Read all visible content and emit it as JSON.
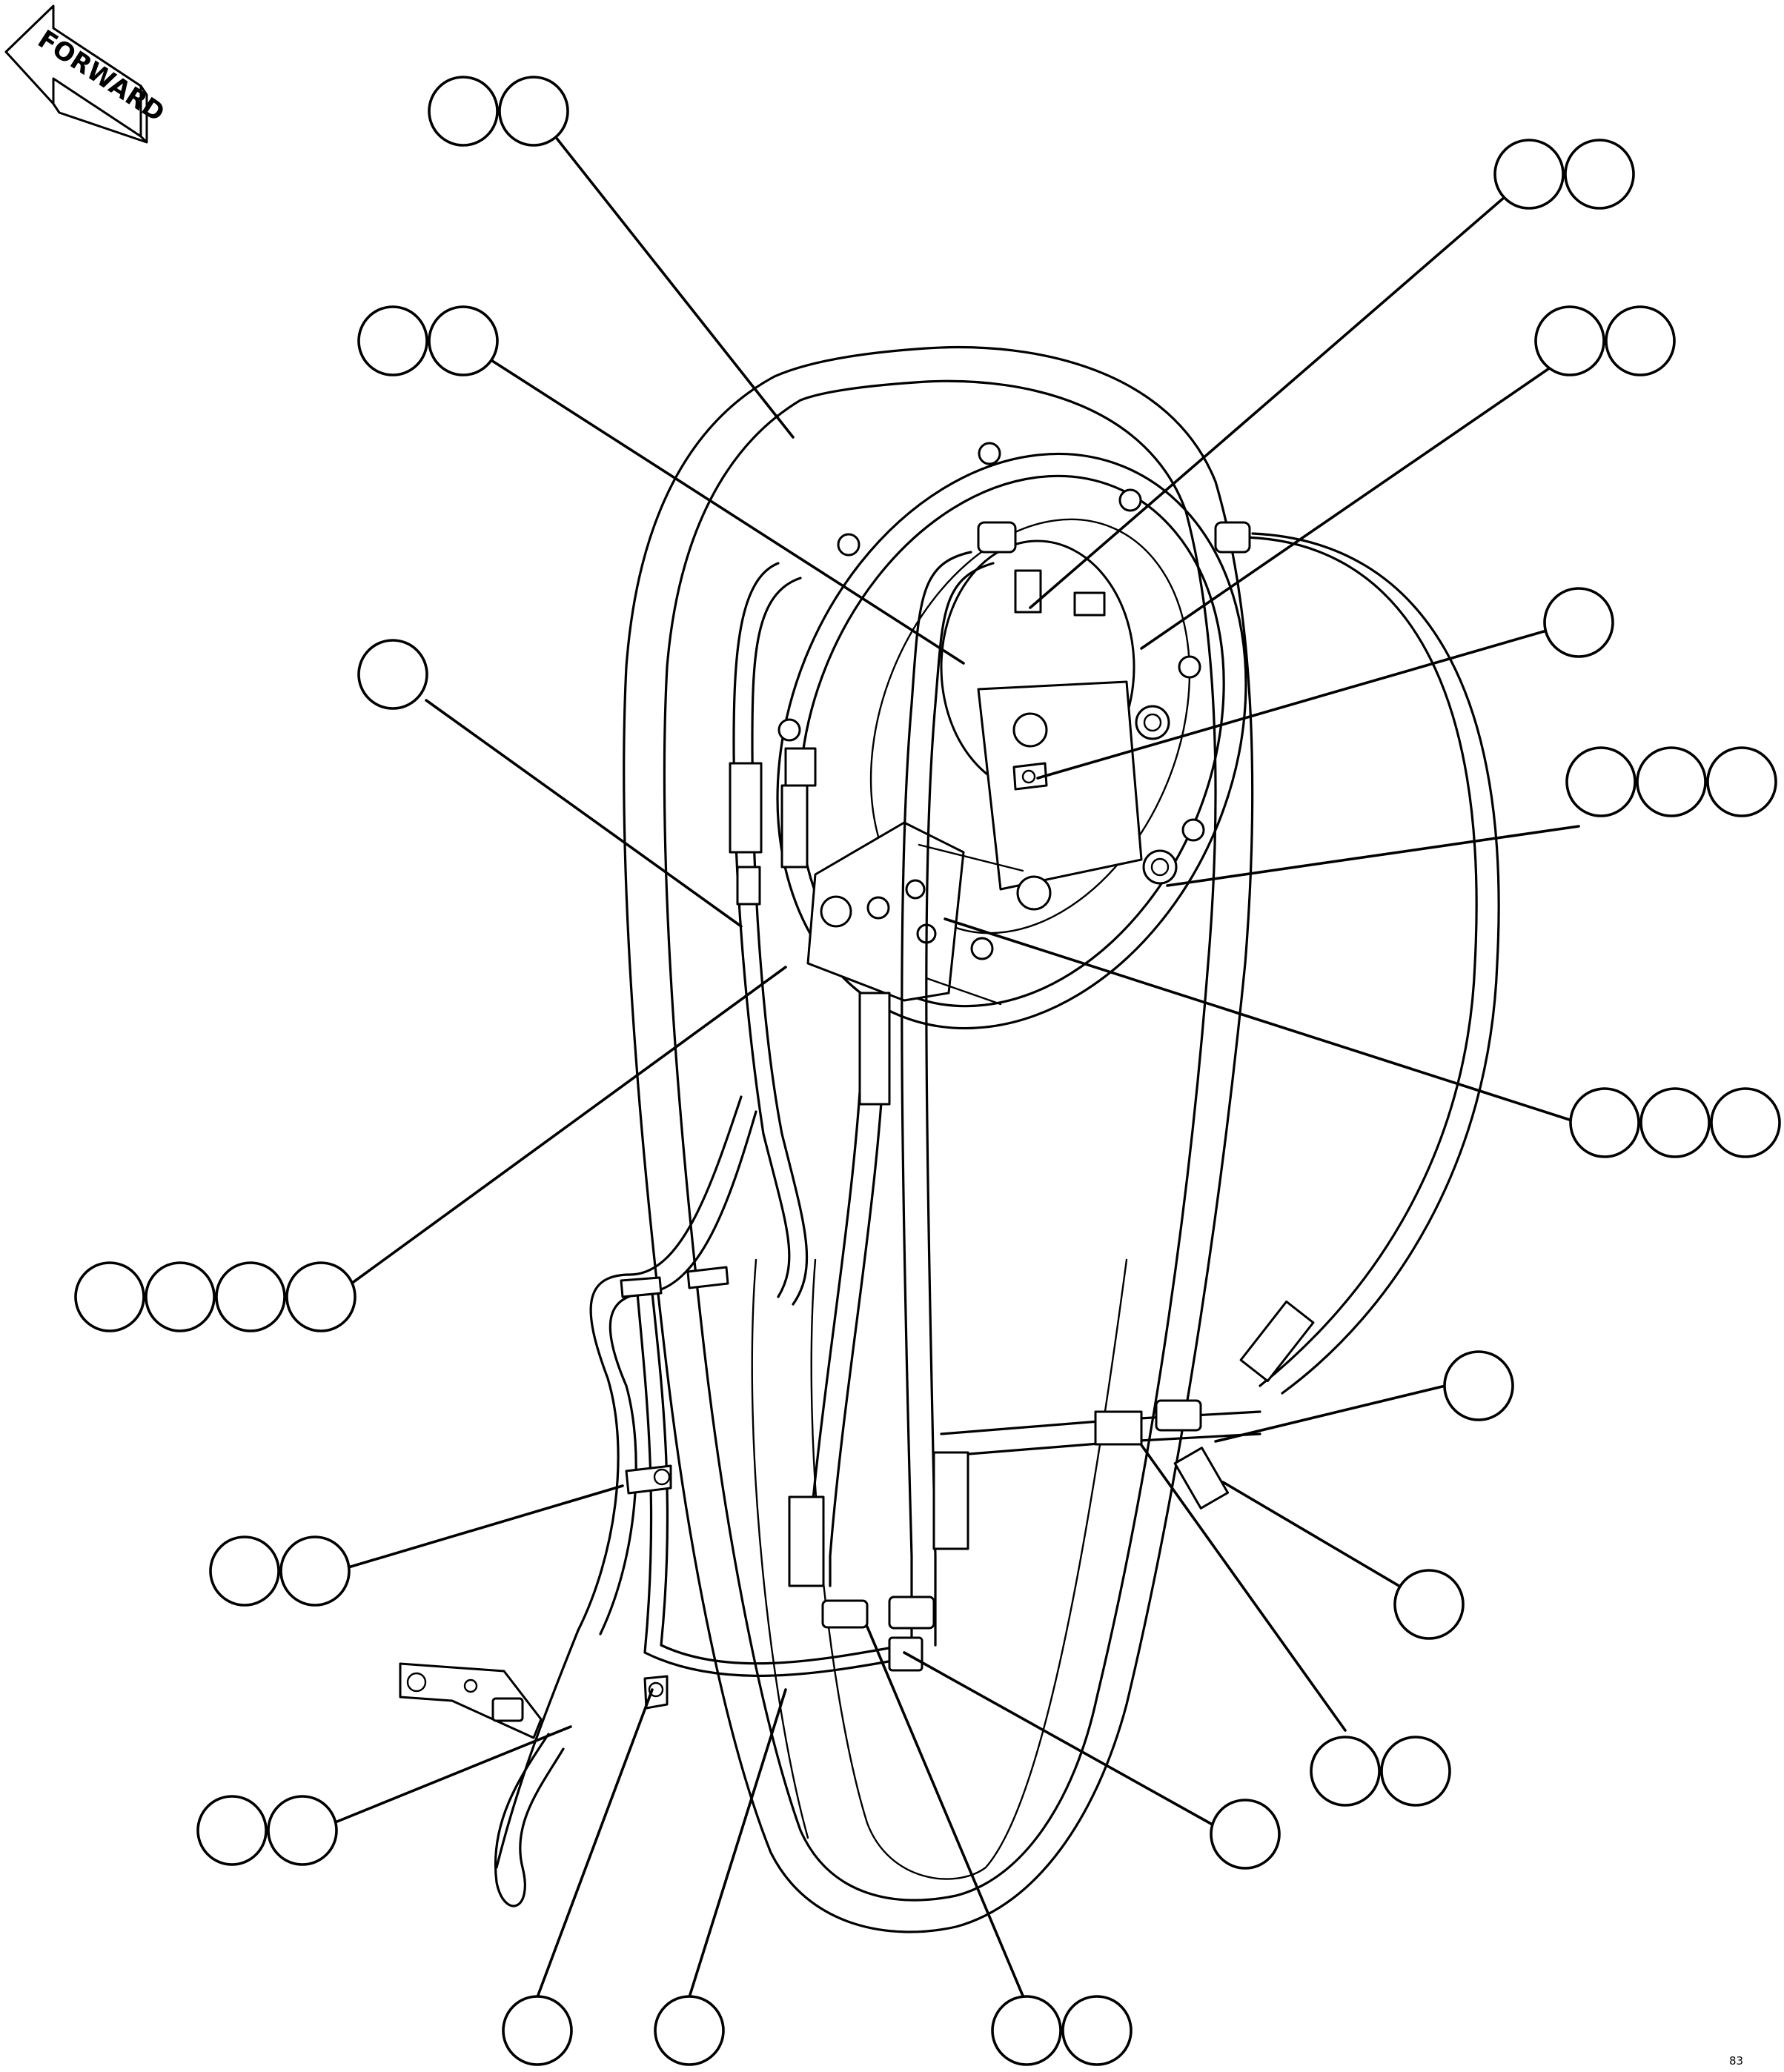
{
  "diagram": {
    "direction_label": "FORWARD",
    "figure_number": "83"
  },
  "callouts": [
    {
      "id": "callout-top-left",
      "bubbles": 2
    },
    {
      "id": "callout-upper-left",
      "bubbles": 2
    },
    {
      "id": "callout-top-right",
      "bubbles": 2
    },
    {
      "id": "callout-right-2",
      "bubbles": 2
    },
    {
      "id": "callout-right-clamp",
      "bubbles": 1
    },
    {
      "id": "callout-left-1",
      "bubbles": 1
    },
    {
      "id": "callout-right-bolts",
      "bubbles": 3
    },
    {
      "id": "callout-right-block",
      "bubbles": 3
    },
    {
      "id": "callout-left-4",
      "bubbles": 4
    },
    {
      "id": "callout-right-tee",
      "bubbles": 1
    },
    {
      "id": "callout-left-clip",
      "bubbles": 2
    },
    {
      "id": "callout-right-elbow",
      "bubbles": 1
    },
    {
      "id": "callout-left-bracket",
      "bubbles": 2
    },
    {
      "id": "callout-right-union",
      "bubbles": 2
    },
    {
      "id": "callout-right-lower",
      "bubbles": 1
    },
    {
      "id": "callout-bottom-1",
      "bubbles": 1
    },
    {
      "id": "callout-bottom-2",
      "bubbles": 1
    },
    {
      "id": "callout-bottom-3",
      "bubbles": 2
    }
  ]
}
